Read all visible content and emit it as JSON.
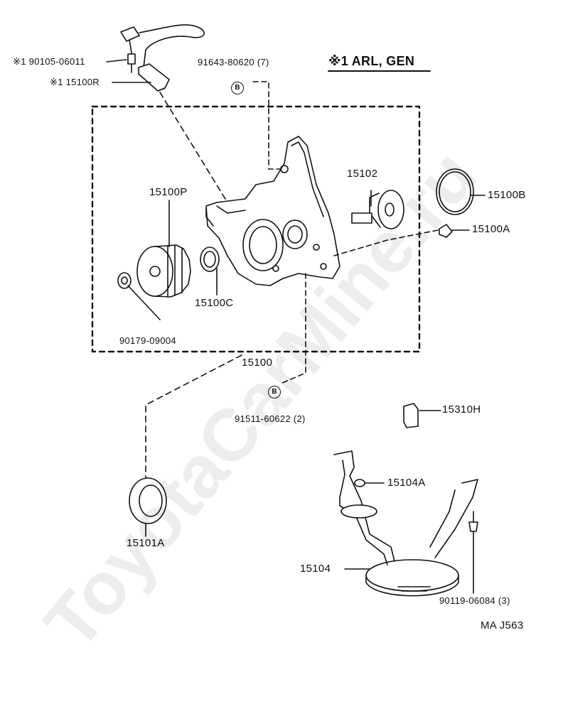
{
  "diagram": {
    "header": "※1 ARL, GEN",
    "code": "MA J563",
    "watermark": "ToyotaCarMine.ru",
    "callout_mark": "B",
    "labels": {
      "p90105": "※1 90105-06011",
      "p15100R": "※1 15100R",
      "p91643": "91643-80620 (7)",
      "p15102": "15102",
      "p15100B": "15100B",
      "p15100A": "15100A",
      "p15100P": "15100P",
      "p15100C": "15100C",
      "p90179": "90179-09004",
      "p15100": "15100",
      "p91511": "91511-60622 (2)",
      "p15310H": "15310H",
      "p15104A": "15104A",
      "p15104": "15104",
      "p15101A": "15101A",
      "p90119": "90119-06084 (3)"
    }
  }
}
